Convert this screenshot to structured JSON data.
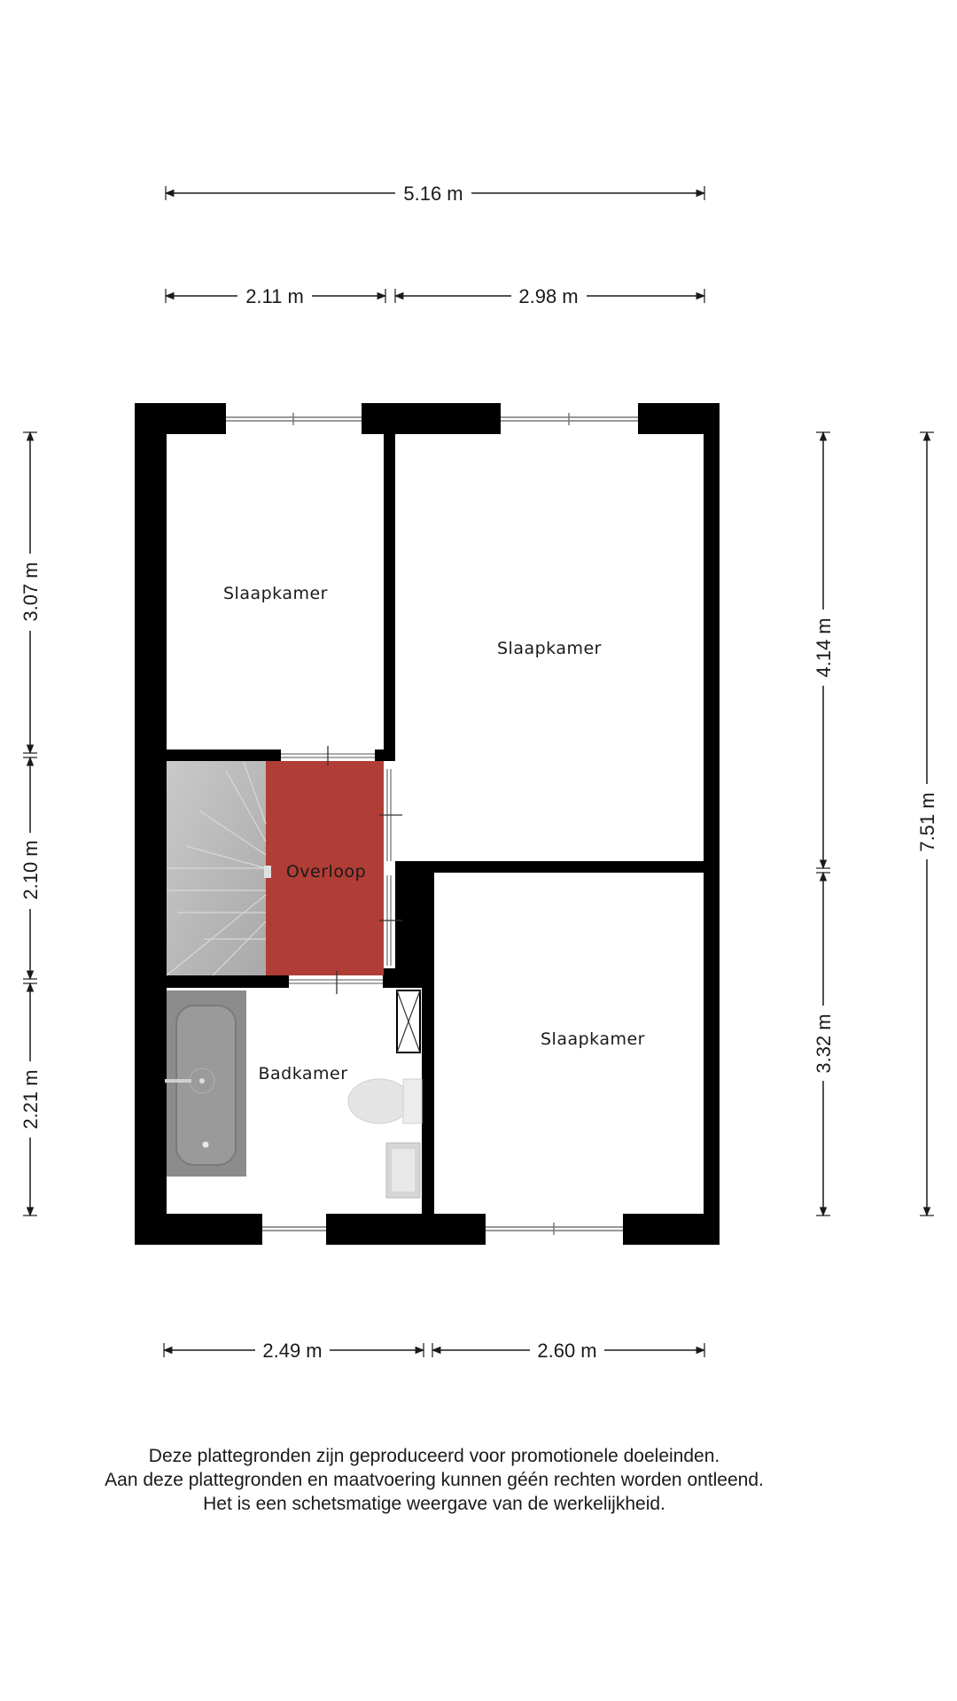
{
  "dimensions": {
    "top_total": "5.16 m",
    "top_left": "2.11 m",
    "top_right": "2.98 m",
    "left_top": "3.07 m",
    "left_middle": "2.10 m",
    "left_bottom": "2.21 m",
    "right_top": "4.14 m",
    "right_bottom": "3.32 m",
    "right_total": "7.51 m",
    "bottom_left": "2.49 m",
    "bottom_right": "2.60 m"
  },
  "rooms": {
    "bedroom_top_left": "Slaapkamer",
    "bedroom_top_right": "Slaapkamer",
    "bedroom_bottom_right": "Slaapkamer",
    "landing": "Overloop",
    "bathroom": "Badkamer"
  },
  "colors": {
    "wall": "#000000",
    "landing_fill": "#b03d36",
    "stairs_fill": "#bdbdbd",
    "fixture_fill": "#8c8c8c"
  },
  "disclaimer": {
    "line1": "Deze plattegronden zijn geproduceerd voor promotionele doeleinden.",
    "line2": "Aan deze plattegronden en maatvoering kunnen géén rechten worden ontleend.",
    "line3": "Het is een schetsmatige weergave van de werkelijkheid."
  }
}
